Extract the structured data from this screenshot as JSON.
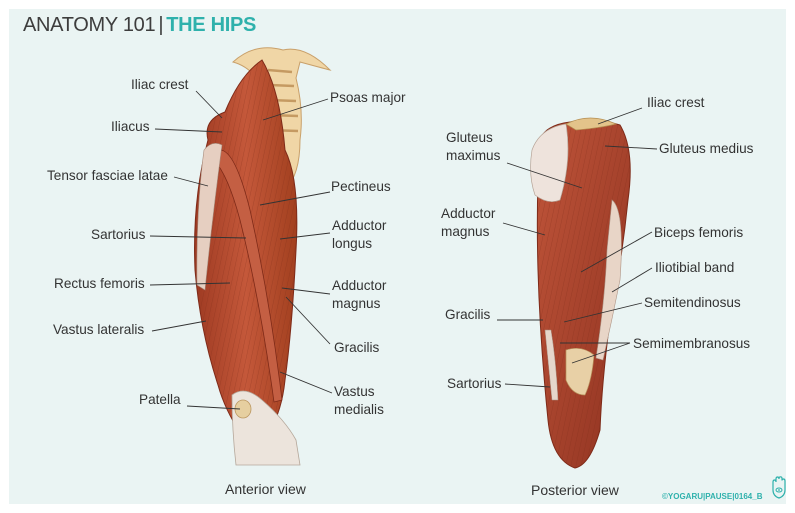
{
  "header": {
    "course": "ANATOMY 101",
    "separator": "|",
    "topic": "THE HIPS"
  },
  "colors": {
    "accent": "#2fb1ac",
    "muscle": "#b84a2c",
    "tendon": "#ecdcc8",
    "background": "#eaf4f3"
  },
  "anterior": {
    "caption": "Anterior view",
    "labels": [
      "Iliac crest",
      "Iliacus",
      "Tensor fasciae latae",
      "Sartorius",
      "Rectus femoris",
      "Vastus lateralis",
      "Patella",
      "Psoas major",
      "Pectineus",
      "Adductor\nlongus",
      "Adductor\nmagnus",
      "Gracilis",
      "Vastus\nmedialis"
    ]
  },
  "posterior": {
    "caption": "Posterior view",
    "labels": [
      "Gluteus\nmaximus",
      "Adductor\nmagnus",
      "Gracilis",
      "Sartorius",
      "Iliac crest",
      "Gluteus medius",
      "Biceps femoris",
      "Iliotibial band",
      "Semitendinosus",
      "Semimembranosus"
    ]
  },
  "credit": "©YOGARU|PAUSE|0164_B",
  "logo_icon": "hamsa-hand-icon"
}
